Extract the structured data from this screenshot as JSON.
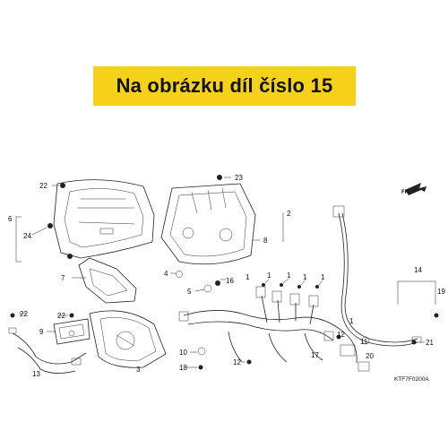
{
  "banner": {
    "text": "Na obrázku díl číslo 15",
    "background": "#f6d11a"
  },
  "diagram": {
    "diagram_code": "KTF7F0200A",
    "direction_marker": "FR.",
    "callouts": {
      "c22a": "22",
      "c23": "23",
      "c2": "2",
      "c6": "6",
      "c24": "24",
      "c8": "8",
      "c7": "7",
      "c4": "4",
      "c16": "16",
      "c5": "5",
      "c1a": "1",
      "c1b": "1",
      "c1c": "1",
      "c1d": "1",
      "c1e": "1",
      "c1f": "1",
      "c14": "14",
      "c19": "19",
      "c22b": "22",
      "c22c": "22",
      "c9": "9",
      "c13": "13",
      "c3": "3",
      "c10": "10",
      "c18": "18",
      "c12a": "12",
      "c12b": "12",
      "c17": "17",
      "c11": "11",
      "c20": "20",
      "c21": "21"
    }
  }
}
